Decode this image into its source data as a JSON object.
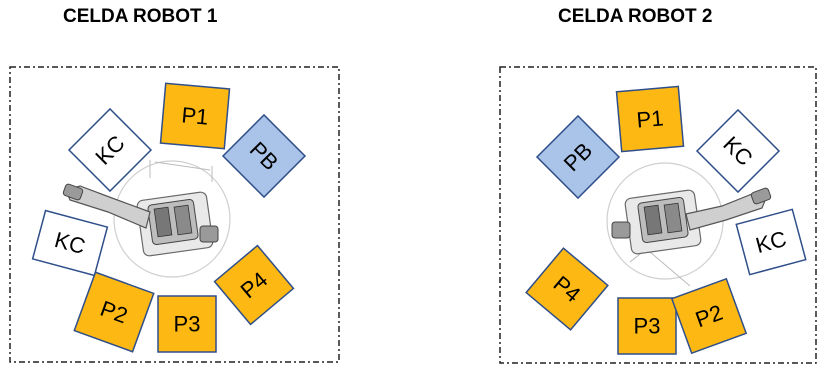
{
  "cells": [
    {
      "title": "CELDA ROBOT 1",
      "boxes": [
        {
          "label": "P1",
          "kind": "part"
        },
        {
          "label": "PB",
          "kind": "buffer"
        },
        {
          "label": "KC",
          "kind": "kitting"
        },
        {
          "label": "KC",
          "kind": "kitting"
        },
        {
          "label": "P2",
          "kind": "part"
        },
        {
          "label": "P3",
          "kind": "part"
        },
        {
          "label": "P4",
          "kind": "part"
        }
      ]
    },
    {
      "title": "CELDA ROBOT 2",
      "boxes": [
        {
          "label": "P1",
          "kind": "part"
        },
        {
          "label": "PB",
          "kind": "buffer"
        },
        {
          "label": "KC",
          "kind": "kitting"
        },
        {
          "label": "KC",
          "kind": "kitting"
        },
        {
          "label": "P4",
          "kind": "part"
        },
        {
          "label": "P3",
          "kind": "part"
        },
        {
          "label": "P2",
          "kind": "part"
        }
      ]
    }
  ],
  "colors": {
    "part": "#FDB813",
    "buffer": "#A9C4E8",
    "kitting": "#FFFFFF",
    "box_stroke": "#2F4F8A"
  }
}
